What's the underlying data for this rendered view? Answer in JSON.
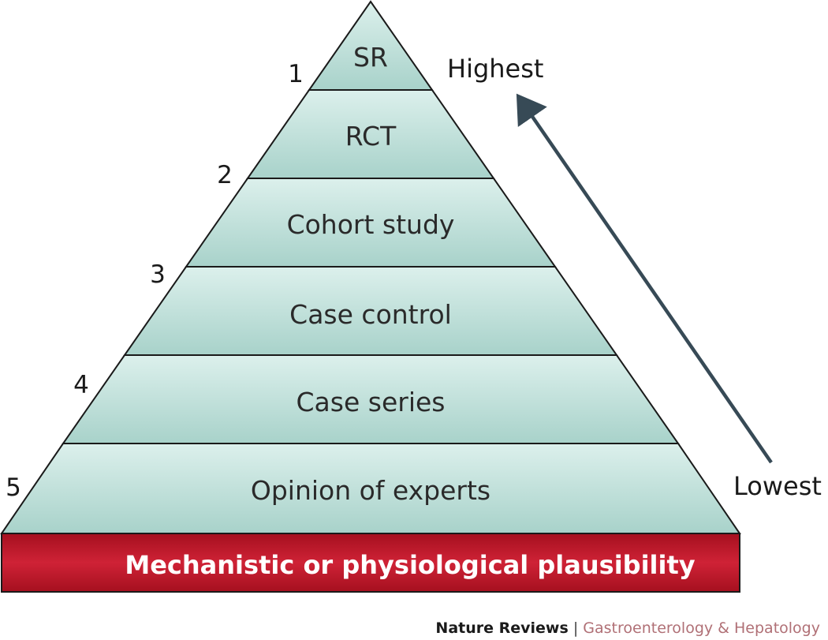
{
  "tiers": [
    {
      "label": "SR"
    },
    {
      "label": "RCT"
    },
    {
      "label": "Cohort study"
    },
    {
      "label": "Case control"
    },
    {
      "label": "Case series"
    },
    {
      "label": "Opinion of experts"
    }
  ],
  "level_numbers": [
    "1",
    "2",
    "3",
    "4",
    "5"
  ],
  "scale": {
    "top": "Highest",
    "bottom": "Lowest"
  },
  "base": {
    "label": "Mechanistic or physiological plausibility"
  },
  "credit": {
    "journal": "Nature Reviews",
    "separator": "|",
    "section": "Gastroenterology & Hepatology"
  },
  "colors": {
    "tier_light": "#d9efea",
    "tier_dark": "#a9d3cb",
    "outline": "#1a1a1a",
    "base_red": "#c41e30",
    "arrow": "#374a56"
  }
}
